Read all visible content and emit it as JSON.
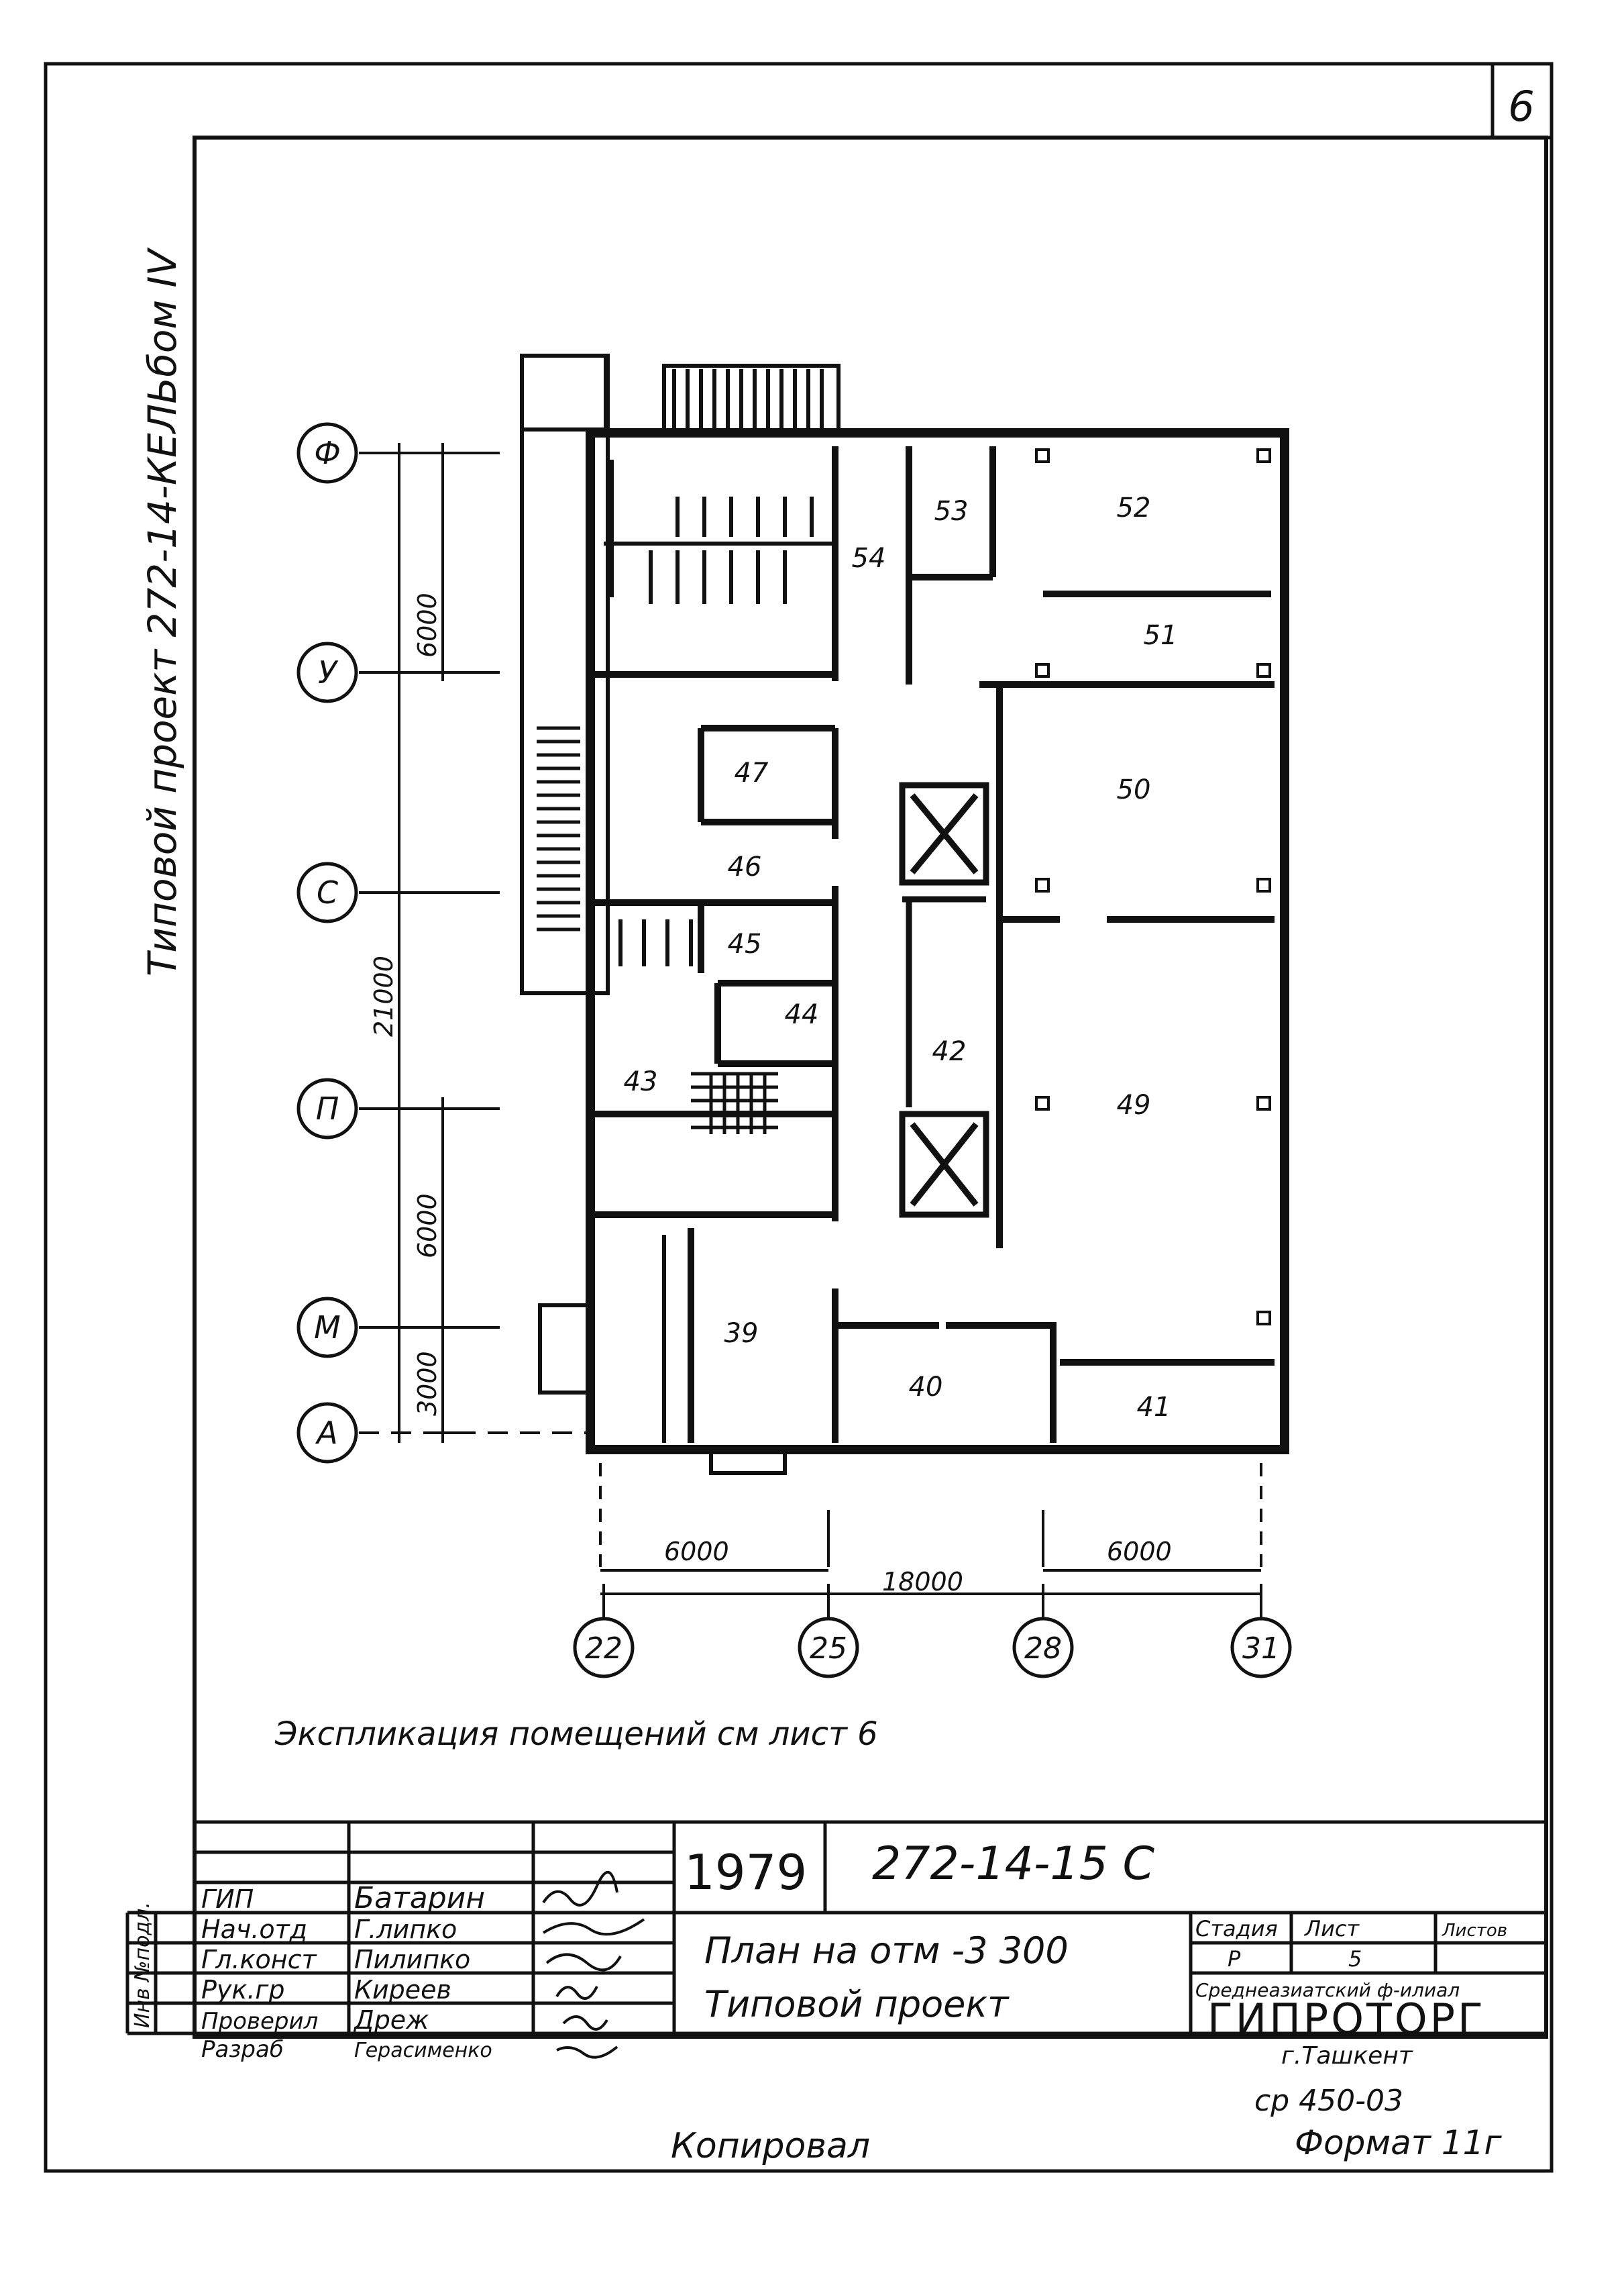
{
  "sheet_number": "6",
  "side_title": "Типовой проект 272-14-КЕЛЬбом IV",
  "axes": {
    "rows": [
      "Ф",
      "У",
      "С",
      "П",
      "М",
      "А"
    ],
    "columns": [
      "22",
      "25",
      "28",
      "31"
    ]
  },
  "dimensions": {
    "d_fu": "6000",
    "d_total_vertical": "21000",
    "d_pm": "6000",
    "d_ma": "3000",
    "d_22_25": "6000",
    "d_total_horizontal": "18000",
    "d_28_31": "6000"
  },
  "rooms": [
    "54",
    "53",
    "52",
    "51",
    "50",
    "47",
    "46",
    "45",
    "44",
    "43",
    "42",
    "49",
    "39",
    "40",
    "41"
  ],
  "note": "Экспликация помещений см лист 6",
  "title_block": {
    "year": "1979",
    "code": "272-14-15 С",
    "inv_label": "Инв №подл.",
    "roles": [
      "ГИП",
      "Нач.отд",
      "Гл.конст",
      "Рук.гр",
      "Проверил",
      "Разраб"
    ],
    "names": [
      "Батарин",
      "Г.липко",
      "Пилипко",
      "Киреев",
      "Дреж",
      "Герасименко"
    ],
    "drawing_title_line1": "План на отм -3 300",
    "drawing_title_line2": "Типовой проект",
    "stage_label": "Стадия",
    "sheet_label": "Лист",
    "sheets_label": "Листов",
    "stage_value": "Р",
    "sheet_value": "5",
    "org_line": "Среднеазиатский ф-илиал",
    "org_name": "ГИПРОТОРГ",
    "org_city": "г.Ташкент"
  },
  "copied_label": "Копировал",
  "order_note": "ср 450-03",
  "format_label": "Формат 11г"
}
